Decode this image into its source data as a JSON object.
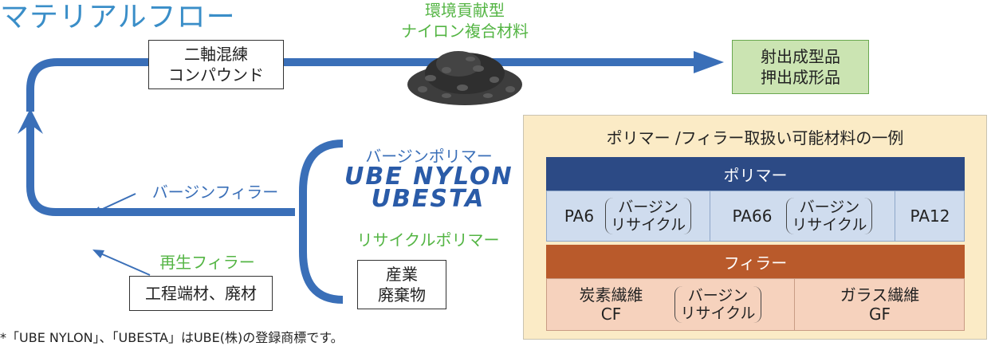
{
  "title": "マテリアルフロー",
  "compound_box": {
    "line1": "二軸混練",
    "line2": "コンパウンド"
  },
  "material_label": {
    "line1": "環境貢献型",
    "line2": "ナイロン複合材料"
  },
  "product_box": {
    "line1": "射出成型品",
    "line2": "押出成形品"
  },
  "virgin_polymer_label": "バージンポリマー",
  "brands": [
    "UBE NYLON",
    "UBESTA"
  ],
  "recycle_polymer_label": "リサイクルポリマー",
  "industrial_waste_box": {
    "line1": "産業",
    "line2": "廃棄物"
  },
  "virgin_filler_label": "バージンフィラー",
  "recycled_filler_label": "再生フィラー",
  "scrap_box": "工程端材、廃材",
  "footnote": "*「UBE NYLON」、「UBESTA」はUBE(株)の登録商標です。",
  "panel": {
    "title": "ポリマー /フィラー取扱い可能材料の一例",
    "polymer_header": "ポリマー",
    "polymers": [
      {
        "name": "PA6",
        "note": [
          "バージン",
          "リサイクル"
        ]
      },
      {
        "name": "PA66",
        "note": [
          "バージン",
          "リサイクル"
        ]
      },
      {
        "name": "PA12"
      }
    ],
    "filler_header": "フィラー",
    "fillers": [
      {
        "name": "炭素繊維",
        "abbr": "CF",
        "note": [
          "バージン",
          "リサイクル"
        ]
      },
      {
        "name": "ガラス繊維",
        "abbr": "GF"
      }
    ]
  },
  "colors": {
    "flow_arrow": "#3a6fb8",
    "title": "#3a8ec8",
    "green_text": "#54b544",
    "product_fill": "#cbe4b2",
    "polymer_header": "#2c4a85",
    "polymer_row": "#cfdcee",
    "filler_header": "#b95a2b",
    "filler_row": "#f6d2bd",
    "panel_bg": "#fbebc6"
  }
}
